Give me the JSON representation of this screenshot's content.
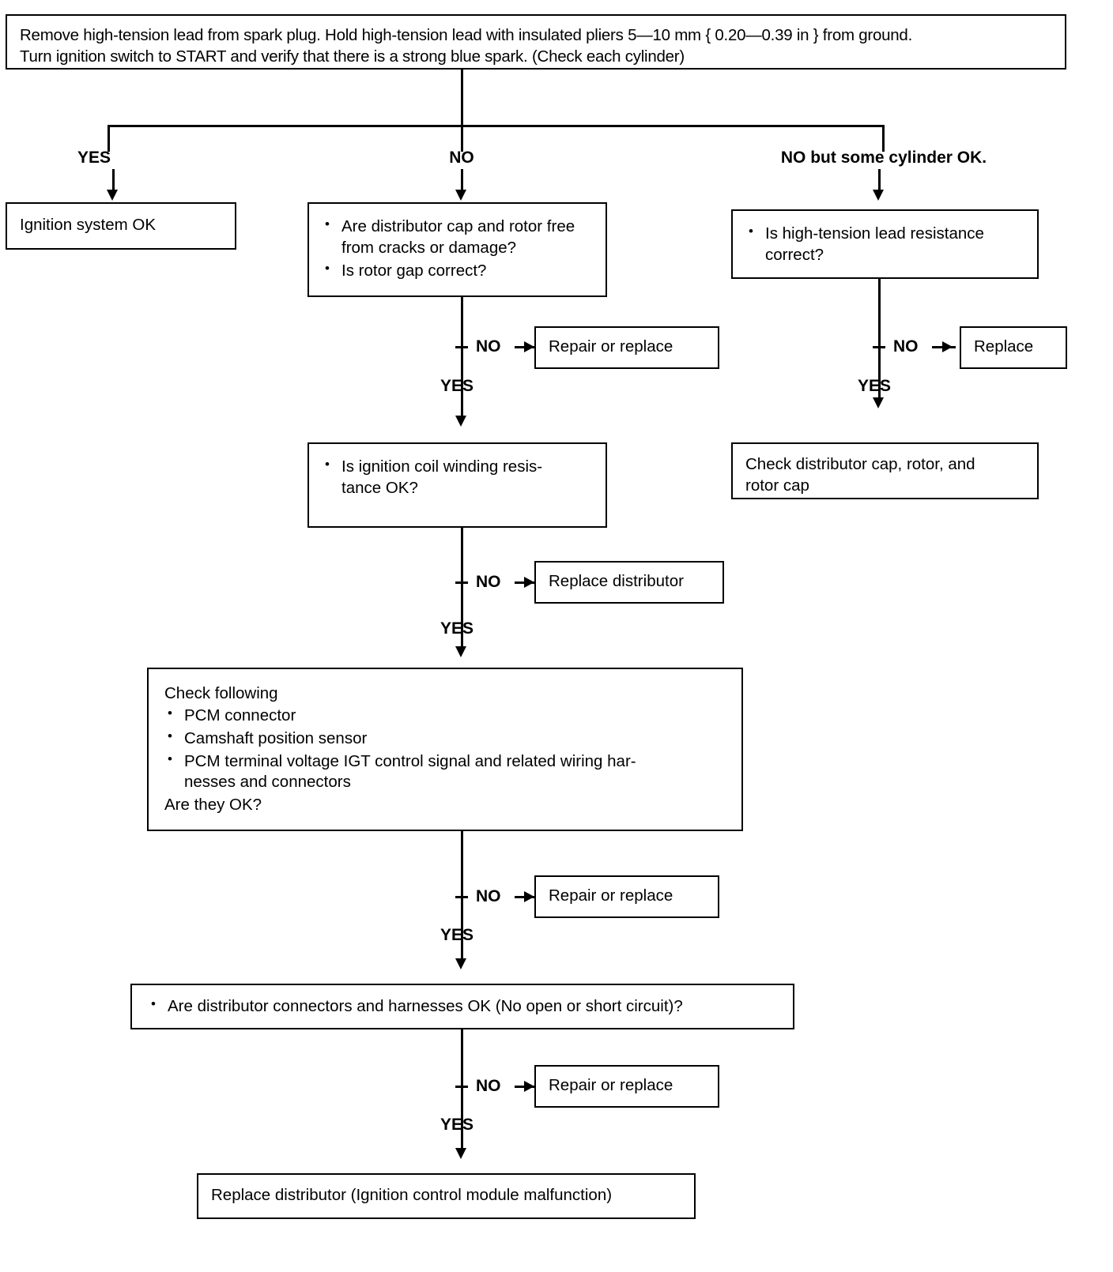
{
  "chart_data": {
    "type": "diagram",
    "title": "Ignition system spark test troubleshooting flowchart",
    "nodes": [
      {
        "id": "start",
        "text": "Remove high-tension lead from spark plug. Hold high-tension lead with insulated pliers 5—10 mm { 0.20—0.39 in } from ground.\nTurn ignition switch to START and verify that there is a strong blue spark. (Check each cylinder)"
      },
      {
        "id": "ok",
        "text": "Ignition system OK"
      },
      {
        "id": "cap_rotor",
        "text": "Are distributor cap and rotor free from cracks or damage? / Is rotor gap correct?"
      },
      {
        "id": "ht_lead",
        "text": "Is high-tension lead resistance correct?"
      },
      {
        "id": "coil",
        "text": "Is ignition coil winding resistance OK?"
      },
      {
        "id": "check_list",
        "text": "Check following: PCM connector, Camshaft position sensor, PCM terminal voltage IGT control signal and related wiring harnesses and connectors. Are they OK?"
      },
      {
        "id": "connectors",
        "text": "Are distributor connectors and harnesses OK (No open or short circuit)?"
      },
      {
        "id": "final",
        "text": "Replace distributor (Ignition control module malfunction)"
      }
    ],
    "branch_labels": [
      "YES",
      "NO",
      "NO but some cylinder OK."
    ]
  },
  "start": {
    "line1": "Remove high-tension lead from spark plug. Hold high-tension lead with insulated pliers 5—10 mm { 0.20—0.39 in } from ground.",
    "line2": "Turn ignition switch to START and verify that there is a strong blue spark. (Check each cylinder)"
  },
  "branches": {
    "yes": "YES",
    "no": "NO",
    "no_some": "NO but some cylinder OK."
  },
  "left": {
    "ok_box": "Ignition system OK"
  },
  "center": {
    "cap_rotor": {
      "items": [
        "Are distributor cap and rotor free from cracks or damage?",
        "Is rotor gap correct?"
      ]
    },
    "no_label_1": "NO",
    "repair_1": "Repair or replace",
    "yes_label_1": "YES",
    "coil": {
      "items": [
        "Is ignition coil winding resis-\ntance OK?"
      ]
    },
    "no_label_2": "NO",
    "replace_distributor": "Replace distributor",
    "yes_label_2": "YES",
    "check_following": {
      "heading": "Check following",
      "items": [
        "PCM connector",
        "Camshaft position sensor",
        "PCM terminal voltage IGT control signal and related wiring har-\nnesses and connectors"
      ],
      "footer": "Are they OK?"
    },
    "no_label_3": "NO",
    "repair_2": "Repair or replace",
    "yes_label_3": "YES",
    "connectors": {
      "items": [
        "Are distributor connectors and harnesses OK (No open or short circuit)?"
      ]
    },
    "no_label_4": "NO",
    "repair_3": "Repair or replace",
    "yes_label_4": "YES",
    "final": "Replace distributor (Ignition control module malfunction)"
  },
  "right": {
    "ht_lead": {
      "items": [
        "Is high-tension lead resistance correct?"
      ]
    },
    "no_label": "NO",
    "replace": "Replace",
    "yes_label": "YES",
    "check_cap": "Check distributor cap, rotor, and\nrotor cap"
  }
}
